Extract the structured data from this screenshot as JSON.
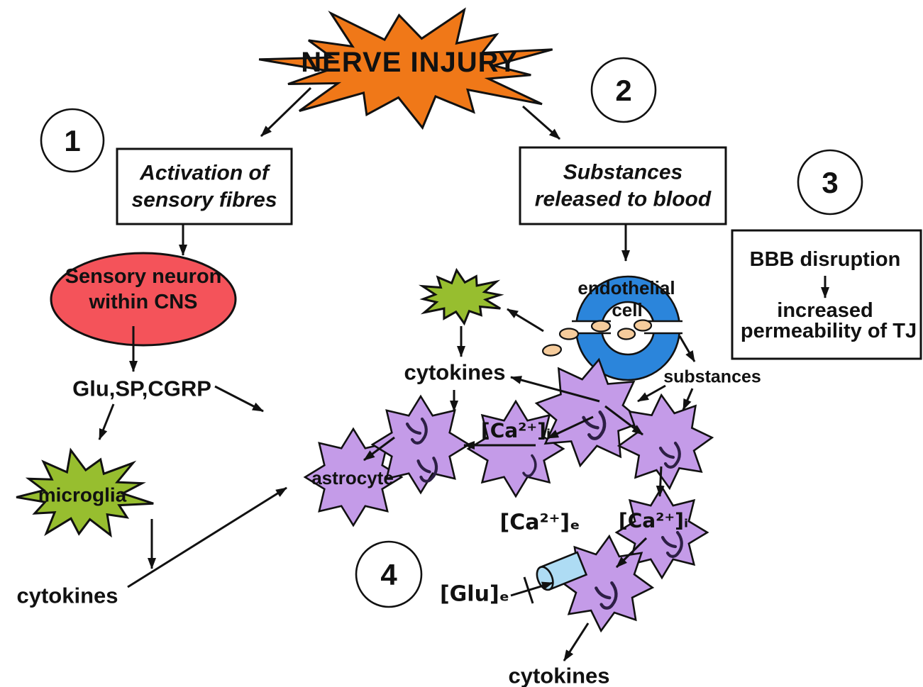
{
  "diagram": {
    "title": "NERVE INJURY",
    "step_badges": [
      "1",
      "2",
      "3",
      "4"
    ],
    "boxes": {
      "activation": {
        "line1": "Activation of",
        "line2": "sensory fibres"
      },
      "substances": {
        "line1": "Substances",
        "line2": "released to blood"
      },
      "bbb": {
        "line1": "BBB disruption",
        "line2": "increased",
        "line3": "permeability of TJ"
      }
    },
    "nodes": {
      "sensory_neuron": {
        "line1": "Sensory neuron",
        "line2": "within CNS"
      },
      "microglia": "microglia",
      "endothelial": {
        "line1": "endothelial",
        "line2": "cell"
      },
      "astrocyte": "astrocyte"
    },
    "labels": {
      "glu_sp_cgrp": "Glu,SP,CGRP",
      "cytokines_left": "cytokines",
      "cytokines_middle": "cytokines",
      "cytokines_bottom": "cytokines",
      "substances_small": "substances",
      "ca_intracellular_1": "[Ca²⁺]ᵢ",
      "ca_extracellular": "[Ca²⁺]ₑ",
      "ca_intracellular_2": "[Ca²⁺]ᵢ",
      "glu_extracellular": "[Glu]ₑ"
    },
    "colors": {
      "orange": "#F07818",
      "red": "#F4535A",
      "green": "#97BE2F",
      "blue": "#2B85DB",
      "purple": "#C49BE8",
      "tan": "#F6CC9C",
      "cyan": "#AEDCF4",
      "squiggle": "#2d1f45"
    }
  }
}
